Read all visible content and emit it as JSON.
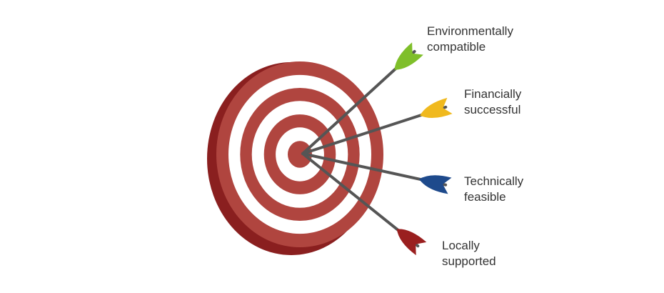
{
  "diagram": {
    "target": {
      "ring_color": "#b0453f",
      "gap_color": "#ffffff",
      "side_color": "#8a1f1f"
    },
    "arrows": [
      {
        "id": "env",
        "lines": [
          "Environmentally",
          "compatible"
        ],
        "color": "#7fbf2a",
        "shaft_color": "#555555"
      },
      {
        "id": "fin",
        "lines": [
          "Financially",
          "successful"
        ],
        "color": "#f0b91e",
        "shaft_color": "#555555"
      },
      {
        "id": "tech",
        "lines": [
          "Technically",
          "feasible"
        ],
        "color": "#1e4a8c",
        "shaft_color": "#555555"
      },
      {
        "id": "loc",
        "lines": [
          "Locally",
          "supported"
        ],
        "color": "#9a1f1f",
        "shaft_color": "#555555"
      }
    ]
  }
}
